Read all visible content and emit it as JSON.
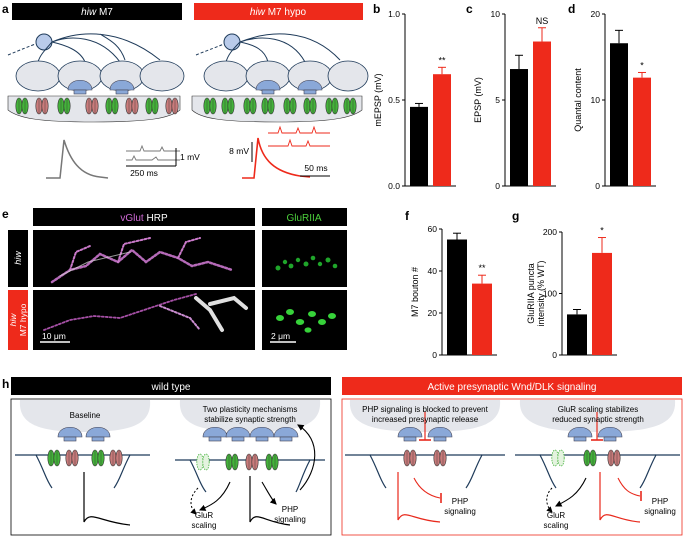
{
  "panel_letters": {
    "a": "a",
    "b": "b",
    "c": "c",
    "d": "d",
    "e": "e",
    "f": "f",
    "g": "g",
    "h": "h"
  },
  "panel_a": {
    "left_header_italic": "hiw",
    "left_header_rest": " M7",
    "right_header_italic": "hiw",
    "right_header_rest": " M7 hypo",
    "scale_1mv": "1 mV",
    "scale_250ms": "250 ms",
    "scale_8mv": "8 mV",
    "scale_50ms": "50 ms"
  },
  "panel_e": {
    "header_vglut": "vGlut",
    "header_hrp": " HRP",
    "header_gluriia": "GluRIIA",
    "row1_label": "hiw",
    "row2_label_italic": "hiw",
    "row2_label_rest": "M7 hypo",
    "scale_10um": "10 μm",
    "scale_2um": "2 μm"
  },
  "panel_h": {
    "left_header": "wild type",
    "right_header": "Active presynaptic Wnd/DLK signaling",
    "baseline": "Baseline",
    "two_mech_line1": "Two plasticity mechanisms",
    "two_mech_line2": "stabilize synaptic strength",
    "php_block_line1": "PHP signaling is blocked to prevent",
    "php_block_line2": "increased presynaptic release",
    "glur_scaling_line1": "GluR scaling stabilizes",
    "glur_scaling_line2": "reduced synaptic strength",
    "glur_label": "GluR",
    "scaling_label": "scaling",
    "php_label": "PHP",
    "signaling_label": "signaling"
  },
  "colors": {
    "wt": "#000000",
    "hypo": "#ee2a1b",
    "green": "#3aa535",
    "pink": "#c97b7b",
    "blue": "#8aa8d8"
  },
  "chart_data": [
    {
      "type": "bar",
      "panel": "b",
      "ylabel": "mEPSP (mV)",
      "yticks": [
        "0.0",
        "0.5",
        "1.0"
      ],
      "ylim": [
        0,
        1.0
      ],
      "categories": [
        "hiw M7",
        "hiw M7 hypo"
      ],
      "values": [
        0.46,
        0.65
      ],
      "errors": [
        0.02,
        0.04
      ],
      "significance": "**"
    },
    {
      "type": "bar",
      "panel": "c",
      "ylabel": "EPSP (mV)",
      "yticks": [
        "0",
        "5",
        "10"
      ],
      "ylim": [
        0,
        10
      ],
      "categories": [
        "hiw M7",
        "hiw M7 hypo"
      ],
      "values": [
        6.8,
        8.4
      ],
      "errors": [
        0.8,
        0.8
      ],
      "significance": "NS"
    },
    {
      "type": "bar",
      "panel": "d",
      "ylabel": "Quantal content",
      "yticks": [
        "0",
        "10",
        "20"
      ],
      "ylim": [
        0,
        20
      ],
      "categories": [
        "hiw M7",
        "hiw M7 hypo"
      ],
      "values": [
        16.6,
        12.6
      ],
      "errors": [
        1.5,
        0.6
      ],
      "significance": "*"
    },
    {
      "type": "bar",
      "panel": "f",
      "ylabel": "M7 bouton #",
      "yticks": [
        "0",
        "20",
        "40",
        "60"
      ],
      "ylim": [
        0,
        60
      ],
      "categories": [
        "hiw",
        "hiw M7 hypo"
      ],
      "values": [
        55,
        34
      ],
      "errors": [
        3,
        4
      ],
      "significance": "**"
    },
    {
      "type": "bar",
      "panel": "g",
      "ylabel": "GluRIIA puncta intensity (% WT)",
      "yticks": [
        "0",
        "100",
        "200"
      ],
      "ylim": [
        0,
        200
      ],
      "categories": [
        "hiw",
        "hiw M7 hypo"
      ],
      "values": [
        66,
        166
      ],
      "errors": [
        8,
        25
      ],
      "significance": "*"
    }
  ]
}
